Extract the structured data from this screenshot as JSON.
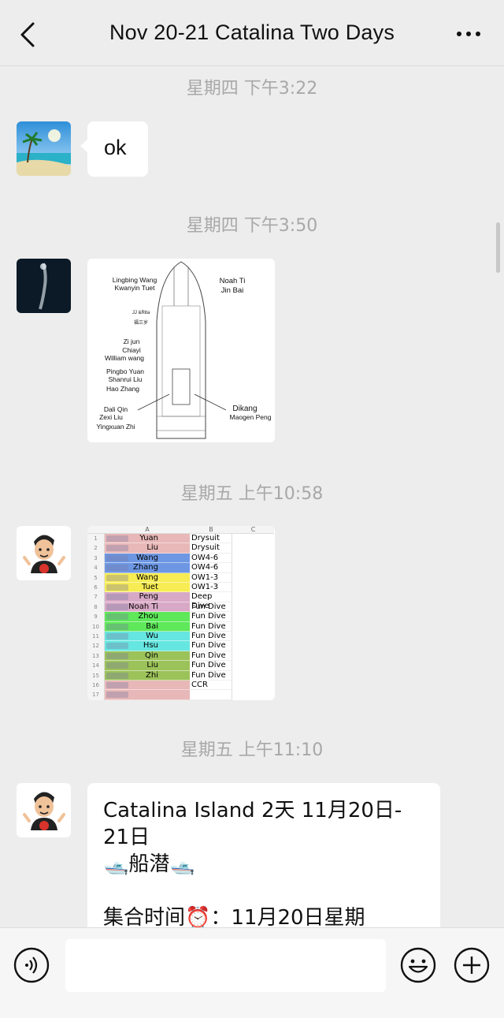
{
  "header": {
    "title": "Nov 20-21 Catalina Two Days",
    "back_icon": "chevron-left-icon",
    "more_icon": "more-dots-icon"
  },
  "messages": [
    {
      "time": "星期四 下午3:22",
      "text": "ok"
    },
    {
      "time": "星期四 下午3:50"
    },
    {
      "time": "星期五 上午10:58"
    },
    {
      "time": "星期五 上午11:10",
      "text": "Catalina Island 2天 11月20日-\n21日\n🛥️船潜🛥️\n\n集合时间⏰：11月20日星期"
    }
  ],
  "boat_diagram": {
    "names_left": [
      "Lingbing Wang",
      "Kwanyin Tuet",
      "JJ &Rita",
      "福三岁",
      "Zi jun",
      "Chiayi",
      "William wang",
      "Pingbo Yuan",
      "Shanrui Liu",
      "Hao Zhang",
      "Dali Qin",
      "Zexi Liu",
      "Yingxuan Zhi"
    ],
    "names_right": [
      "Noah Ti",
      "Jin Bai",
      "Dikang",
      "Maogen Peng"
    ]
  },
  "spreadsheet": {
    "columns": [
      "A",
      "B",
      "C"
    ],
    "rows": [
      {
        "n": "1",
        "a": "Yuan",
        "b": "Drysuit",
        "color": "#e8b7b7"
      },
      {
        "n": "2",
        "a": "Liu",
        "b": "Drysuit",
        "color": "#e8b7b7"
      },
      {
        "n": "3",
        "a": "Wang",
        "b": "OW4-6",
        "color": "#6d97e3"
      },
      {
        "n": "4",
        "a": "Zhang",
        "b": "OW4-6",
        "color": "#6d97e3"
      },
      {
        "n": "5",
        "a": "Wang",
        "b": "OW1-3",
        "color": "#f7ec53"
      },
      {
        "n": "6",
        "a": "Tuet",
        "b": "OW1-3",
        "color": "#f7ec53"
      },
      {
        "n": "7",
        "a": "Peng",
        "b": "Deep Dive",
        "color": "#d8a9c6"
      },
      {
        "n": "8",
        "a": "Noah Ti",
        "b": "Fun Dive",
        "color": "#d8a9c6"
      },
      {
        "n": "9",
        "a": "Zhou",
        "b": "Fun Dive",
        "color": "#5ee85a"
      },
      {
        "n": "10",
        "a": "Bai",
        "b": "Fun Dive",
        "color": "#5ee85a"
      },
      {
        "n": "11",
        "a": "Wu",
        "b": "Fun Dive",
        "color": "#66e6e0"
      },
      {
        "n": "12",
        "a": "Hsu",
        "b": "Fun Dive",
        "color": "#66e6e0"
      },
      {
        "n": "13",
        "a": "Qin",
        "b": "Fun Dive",
        "color": "#9cc25a"
      },
      {
        "n": "14",
        "a": "Liu",
        "b": "Fun Dive",
        "color": "#9cc25a"
      },
      {
        "n": "15",
        "a": "Zhi",
        "b": "Fun Dive",
        "color": "#9cc25a"
      },
      {
        "n": "16",
        "a": "",
        "b": "CCR",
        "color": "#e8b7b7"
      },
      {
        "n": "17",
        "a": "",
        "b": "",
        "color": "#e8b7b7"
      }
    ]
  },
  "composer": {
    "voice_icon": "voice-icon",
    "emoji_icon": "emoji-icon",
    "plus_icon": "plus-icon"
  }
}
